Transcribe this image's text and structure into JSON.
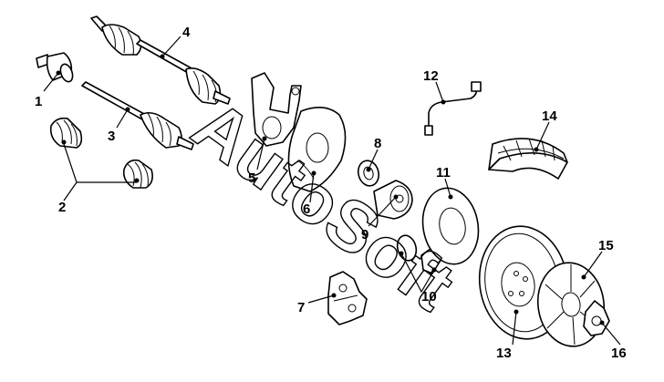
{
  "watermark": "AutoSoft",
  "callouts": [
    {
      "id": "1",
      "label": "1"
    },
    {
      "id": "2",
      "label": "2"
    },
    {
      "id": "3",
      "label": "3"
    },
    {
      "id": "4",
      "label": "4"
    },
    {
      "id": "5",
      "label": "5"
    },
    {
      "id": "6",
      "label": "6"
    },
    {
      "id": "7",
      "label": "7"
    },
    {
      "id": "8",
      "label": "8"
    },
    {
      "id": "9",
      "label": "9"
    },
    {
      "id": "10",
      "label": "10"
    },
    {
      "id": "11",
      "label": "11"
    },
    {
      "id": "12",
      "label": "12"
    },
    {
      "id": "13",
      "label": "13"
    },
    {
      "id": "14",
      "label": "14"
    },
    {
      "id": "15",
      "label": "15"
    },
    {
      "id": "16",
      "label": "16"
    }
  ]
}
